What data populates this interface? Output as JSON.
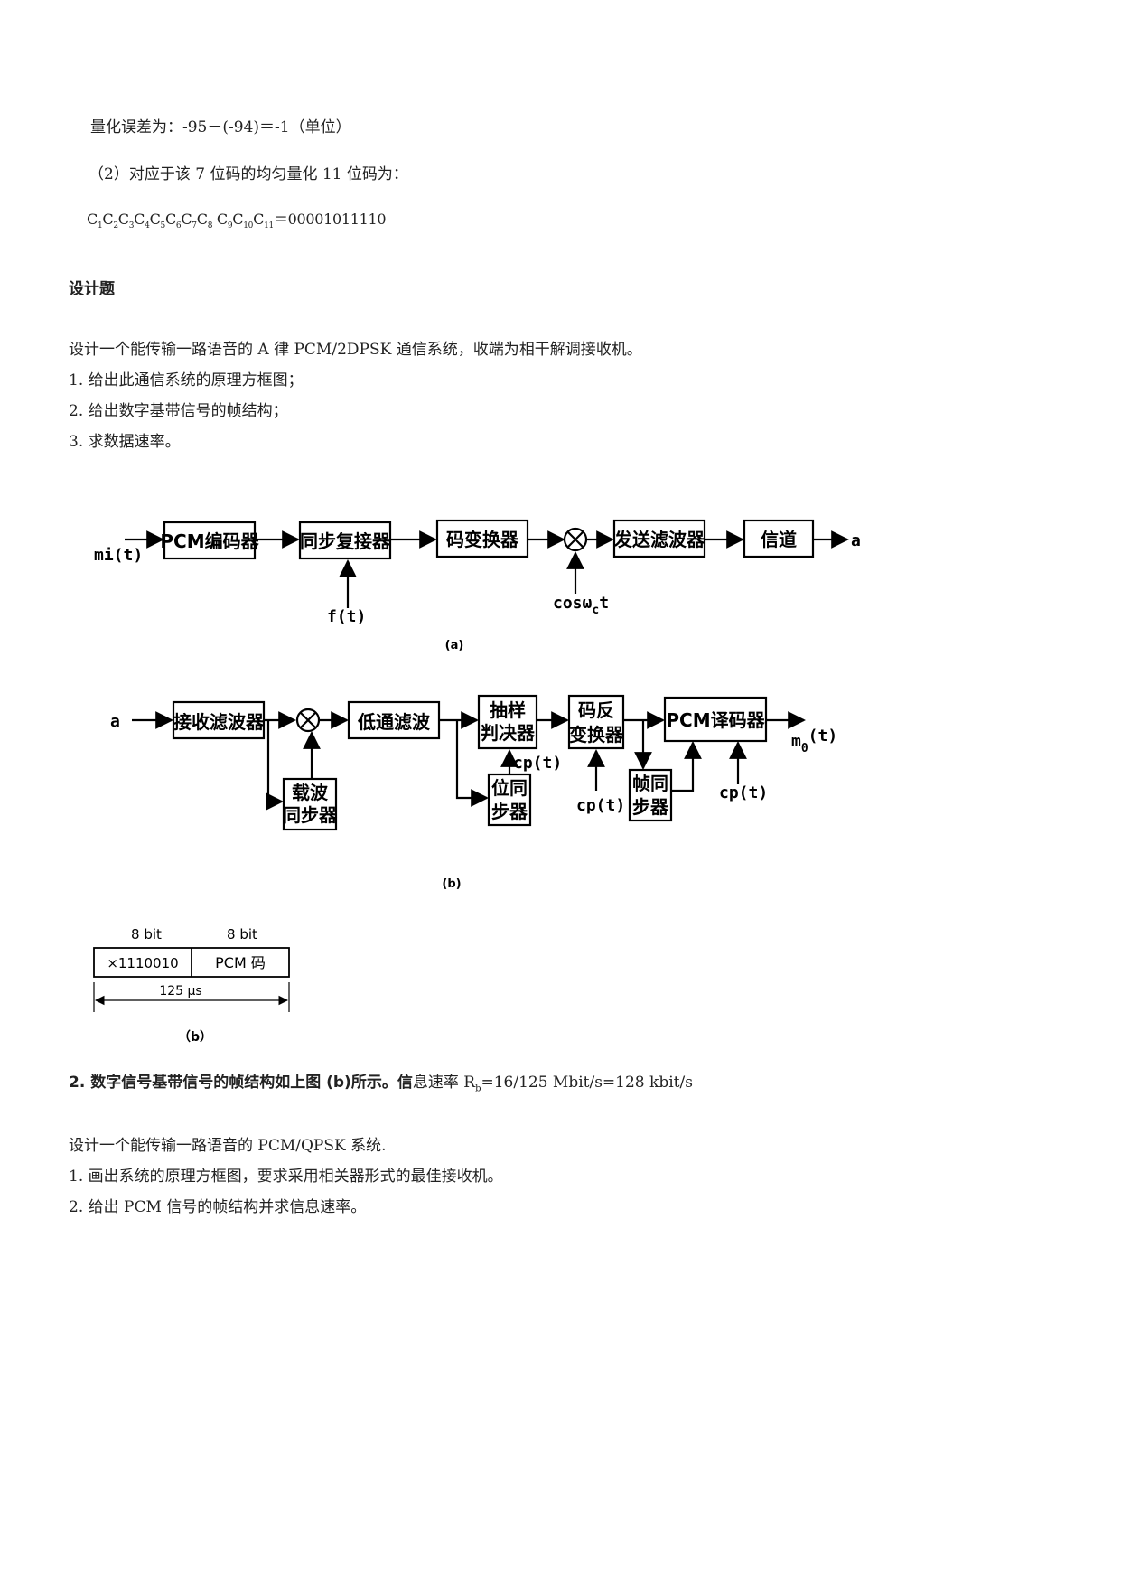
{
  "text": {
    "line1": "量化误差为：-95－(-94)＝-1（单位）",
    "line2": "（2）对应于该 7 位码的均匀量化 11 位码为：",
    "formula_tail": "＝00001011110",
    "heading": "设计题",
    "q1": "设计一个能传输一路语音的 A 律 PCM/2DPSK 通信系统，收端为相干解调接收机。",
    "q1_items": [
      "1.  给出此通信系统的原理方框图；",
      "2.  给出数字基带信号的帧结构；",
      "3.  求数据速率。"
    ],
    "answer2_bold": "2.  数字信号基带信号的帧结构如上图 (b)所示。信",
    "answer2_rest": "息速率 R",
    "answer2_sub": "b",
    "answer2_tail": "=16/125 Mbit/s=128 kbit/s",
    "q2": "设计一个能传输一路语音的 PCM/QPSK 系统.",
    "q2_items": [
      "1.  画出系统的原理方框图，要求采用相关器形式的最佳接收机。",
      "2.  给出 PCM 信号的帧结构并求信息速率。"
    ]
  },
  "diagram_a": {
    "blocks": [
      "PCM编码器",
      "同步复接器",
      "码变换器",
      "发送滤波器",
      "信道"
    ],
    "input": "mi(t)",
    "f_input": "f(t)",
    "carrier": "cosω",
    "carrier_sub": "c",
    "carrier_t": "t",
    "output": "a",
    "caption": "(a)"
  },
  "diagram_b": {
    "input": "a",
    "blocks": {
      "rx_filter": "接收滤波器",
      "lpf": "低通滤波",
      "sampler_1": "抽样",
      "sampler_2": "判决器",
      "code_inv_1": "码反",
      "code_inv_2": "变换器",
      "pcm_dec": "PCM译码器",
      "carrier_sync_1": "载波",
      "carrier_sync_2": "同步器",
      "bit_sync_1": "位同",
      "bit_sync_2": "步器",
      "frame_sync_1": "帧同",
      "frame_sync_2": "步器"
    },
    "cp1": "cp(t)",
    "cp2": "cp(t)",
    "cp3": "cp(t)",
    "output": "m",
    "output_sub": "0",
    "output_t": "(t)",
    "caption": "(b)"
  },
  "frame": {
    "bits1": "8 bit",
    "bits2": "8 bit",
    "field1": "×1110010",
    "field2": "PCM 码",
    "period": "125 μs",
    "caption": "（b）"
  }
}
